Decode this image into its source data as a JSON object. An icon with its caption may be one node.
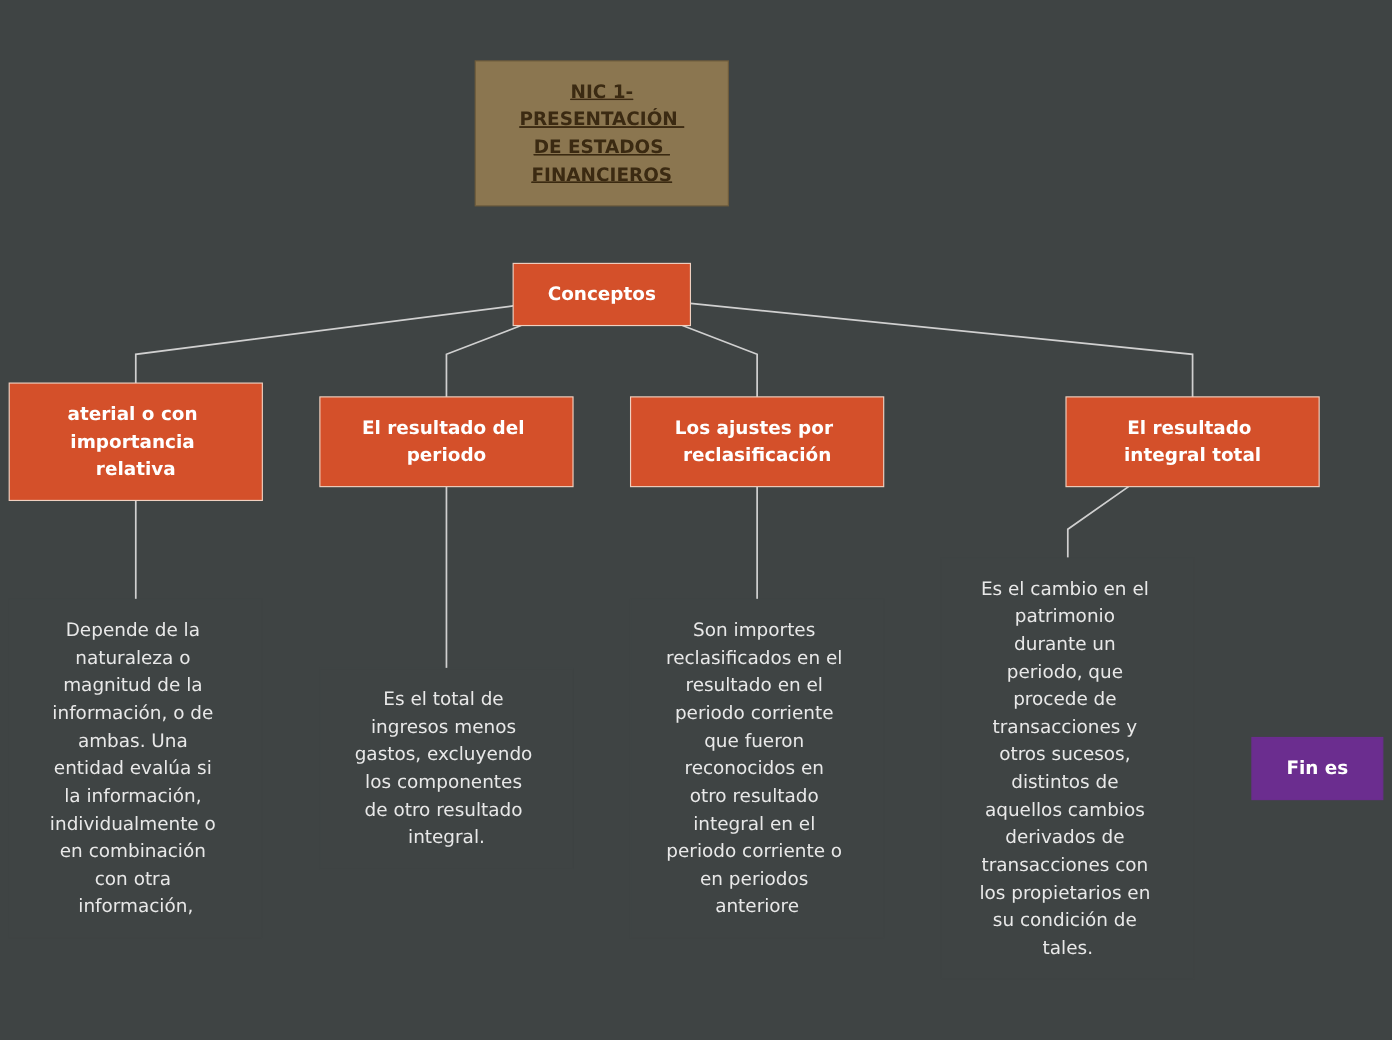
{
  "diagram": {
    "nodes": [
      {
        "text": [
          "NIC 1-PRESENTACIÓN DE ESTADOS FINANCIEROS"
        ]
      },
      {
        "text": [
          "Conceptos"
        ]
      },
      {
        "text": [
          "aterial o con importancia relativa"
        ]
      },
      {
        "text": [
          "El resultado del periodo"
        ]
      },
      {
        "text": [
          "Los ajustes por reclasificación"
        ]
      },
      {
        "text": [
          "El resultado integral total"
        ]
      },
      {
        "text": [
          "Depende de la naturaleza o magnitud de la información, o de ambas. Una entidad evalúa si la información, individualmente o en combinación con otra información,"
        ]
      },
      {
        "text": [
          "Es el total de ingresos menos gastos, excluyendo los componentes de otro resultado integral."
        ]
      },
      {
        "text": [
          "Son importes reclasificados en el resultado en el periodo corriente que fueron reconocidos en otro resultado integral en el periodo corriente o en periodos anteriore"
        ]
      },
      {
        "text": [
          "Es el cambio en el patrimonio durante un periodo, que procede de transacciones y otros sucesos, distintos de aquellos cambios derivados de transacciones con los propietarios en su condición de tales."
        ]
      },
      {
        "text": [
          "Fin es"
        ]
      }
    ],
    "edges": [
      {
        "from": 1,
        "to": 2,
        "arrow": "none"
      },
      {
        "from": 1,
        "to": 3,
        "arrow": "none"
      },
      {
        "from": 1,
        "to": 4,
        "arrow": "none"
      },
      {
        "from": 1,
        "to": 5,
        "arrow": "none"
      },
      {
        "from": 2,
        "to": 6,
        "arrow": "none"
      },
      {
        "from": 3,
        "to": 7,
        "arrow": "none"
      },
      {
        "from": 4,
        "to": 8,
        "arrow": "none"
      },
      {
        "from": 5,
        "to": 9,
        "arrow": "none"
      }
    ]
  }
}
